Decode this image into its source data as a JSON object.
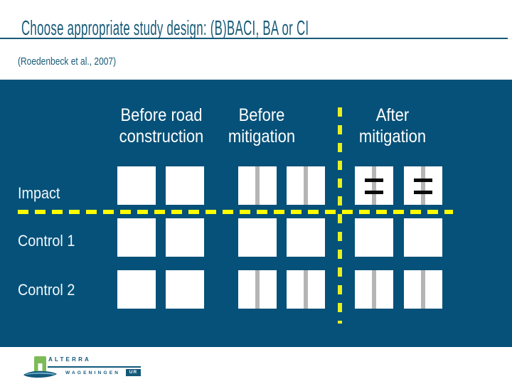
{
  "slide": {
    "title": "Choose appropriate study design: (B)BACI, BA or CI",
    "citation": "(Roedenbeck et al., 2007)"
  },
  "diagram": {
    "column_headers": [
      {
        "line1": "Before road",
        "line2": "construction"
      },
      {
        "line1": "Before",
        "line2": "mitigation"
      },
      {
        "line1": "After",
        "line2": "mitigation"
      }
    ],
    "rows": [
      {
        "label": "Impact",
        "cells": [
          "empty",
          "empty",
          "road",
          "road",
          "road-crossing",
          "road-crossing"
        ]
      },
      {
        "label": "Control 1",
        "cells": [
          "empty",
          "empty",
          "empty",
          "empty",
          "empty",
          "empty"
        ]
      },
      {
        "label": "Control 2",
        "cells": [
          "empty",
          "empty",
          "road",
          "road",
          "road",
          "road"
        ]
      }
    ]
  },
  "footer": {
    "logo_text_primary": "ALTERRA",
    "logo_text_secondary": "WAGENINGEN",
    "logo_text_badge": "UR"
  },
  "colors": {
    "panel_bg": "#055179",
    "title_teal": "#175A78",
    "divider_yellow": "#FDFD00",
    "divider_yellow_green": "#E8F020",
    "road_gray": "#B5B5B5",
    "crossing_black": "#0A0A0A",
    "label_white": "#F2F7FA",
    "logo_teal": "#14587A",
    "logo_green": "#7CBB57",
    "logo_light_blue": "#74B4D4"
  }
}
